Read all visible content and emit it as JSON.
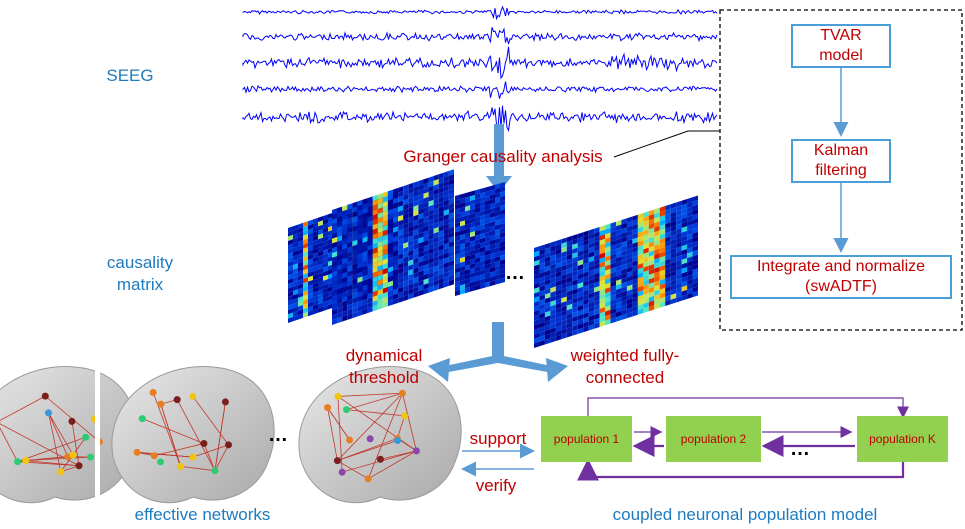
{
  "labels": {
    "seeg": "SEEG",
    "granger": "Granger causality analysis",
    "causality_matrix": "causality\nmatrix",
    "dynamical_threshold": "dynamical\nthreshold",
    "weighted_fully_connected": "weighted fully-\nconnected",
    "support": "support",
    "verify": "verify",
    "effective_networks": "effective networks",
    "coupled_model": "coupled neuronal population model",
    "ellipsis": "…"
  },
  "pipeline_boxes": [
    {
      "name": "tvar-model-box",
      "label": "TVAR\nmodel"
    },
    {
      "name": "kalman-filtering-box",
      "label": "Kalman\nfiltering"
    },
    {
      "name": "integrate-normalize-box",
      "label": "Integrate and normalize\n(swADTF)"
    }
  ],
  "populations": [
    {
      "name": "population-1",
      "label": "population 1"
    },
    {
      "name": "population-2",
      "label": "population 2"
    },
    {
      "name": "population-k",
      "label": "population K"
    }
  ],
  "colors": {
    "label_blue": "#1f7bc0",
    "label_red": "#c00000",
    "signal": "#0000ff",
    "arrow": "#5b9bd5",
    "population_fill": "#92d050",
    "coupling": "#7030a0"
  }
}
